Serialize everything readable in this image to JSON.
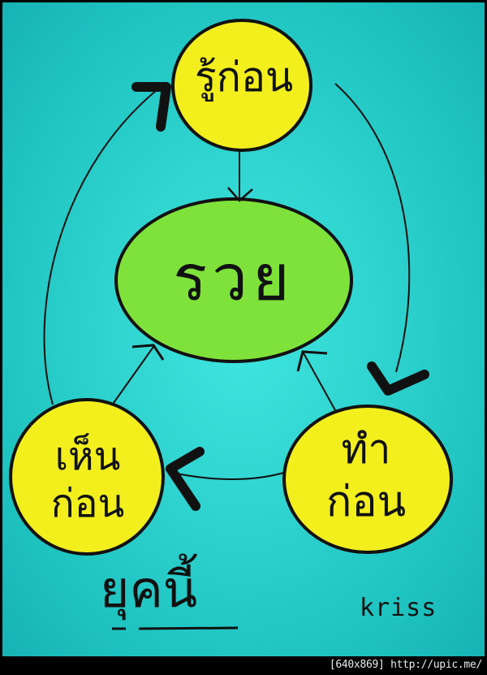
{
  "diagram": {
    "title": "ยุคนี้",
    "colors": {
      "background": "#2fd3cf",
      "node_yellow": "#f2ef1d",
      "node_green": "#7fe23a",
      "outline": "#111111"
    },
    "center_node": {
      "id": "rich",
      "label": "รวย"
    },
    "nodes": [
      {
        "id": "know-first",
        "label_line1": "รู้ก่อน",
        "label_line2": ""
      },
      {
        "id": "do-first",
        "label_line1": "ทำ",
        "label_line2": "ก่อน"
      },
      {
        "id": "see-first",
        "label_line1": "เห็น",
        "label_line2": "ก่อน"
      }
    ],
    "edges": [
      {
        "from": "know-first",
        "to": "rich"
      },
      {
        "from": "see-first",
        "to": "rich"
      },
      {
        "from": "do-first",
        "to": "rich"
      },
      {
        "from": "know-first",
        "to": "do-first"
      },
      {
        "from": "do-first",
        "to": "see-first"
      },
      {
        "from": "see-first",
        "to": "know-first"
      }
    ],
    "signature": "kriss"
  },
  "footer": {
    "watermark": "[640x869] http://upic.me/"
  }
}
